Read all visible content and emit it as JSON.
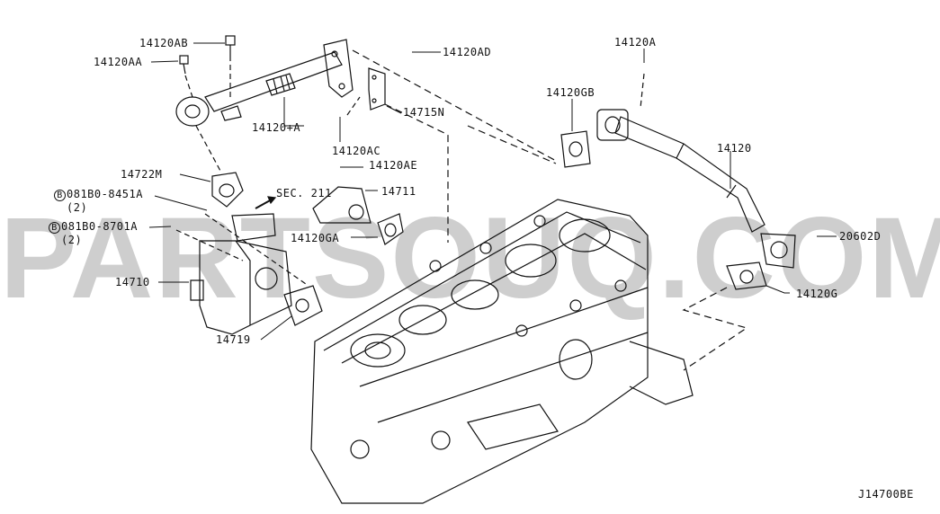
{
  "watermark": "PARTSOUQ.COM",
  "diagram_code": "J14700BE",
  "section_ref": "SEC. 211",
  "labels": {
    "p14120AB": "14120AB",
    "p14120AA": "14120AA",
    "p14120plusA": "14120+A",
    "p14120AD": "14120AD",
    "p14715N": "14715N",
    "p14120AC": "14120AC",
    "p14120AE": "14120AE",
    "p14711": "14711",
    "p14120GA": "14120GA",
    "p14120A": "14120A",
    "p14120GB": "14120GB",
    "p14120": "14120",
    "p20602D": "20602D",
    "p14120G": "14120G",
    "p14722M": "14722M",
    "bolt1": {
      "badge": "B",
      "code": "081B0-8451A",
      "qty": "(2)"
    },
    "bolt2": {
      "badge": "B",
      "code": "081B0-8701A",
      "qty": "(2)"
    },
    "p14710": "14710",
    "p14719": "14719"
  },
  "colors": {
    "line": "#111111",
    "watermark": "#c9c9c9"
  }
}
